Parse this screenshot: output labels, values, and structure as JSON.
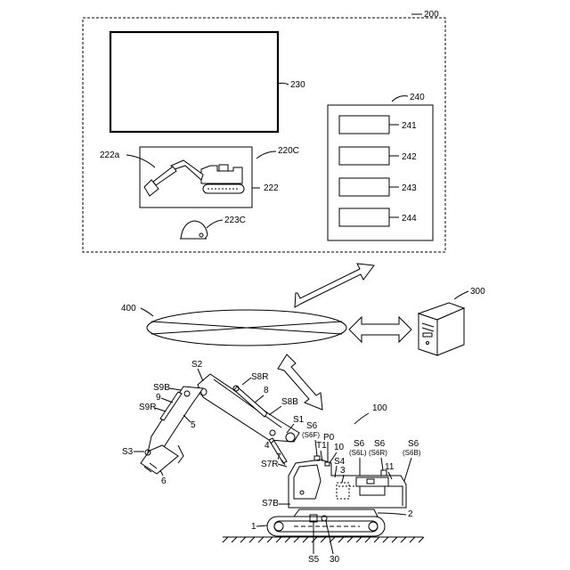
{
  "labels": {
    "ref_200": "200",
    "ref_230": "230",
    "ref_240": "240",
    "ref_241": "241",
    "ref_242": "242",
    "ref_243": "243",
    "ref_244": "244",
    "ref_220c": "220C",
    "ref_222a": "222a",
    "ref_222": "222",
    "ref_223c": "223C",
    "ref_400": "400",
    "ref_300": "300",
    "ref_100": "100",
    "ref_s2": "S2",
    "ref_s8r": "S8R",
    "ref_s9b": "S9B",
    "ref_9": "9",
    "ref_s9r": "S9R",
    "ref_5": "5",
    "ref_8": "8",
    "ref_s8b": "S8B",
    "ref_s1": "S1",
    "ref_s3": "S3",
    "ref_6": "6",
    "ref_4": "4",
    "ref_7": "7",
    "ref_s7r": "S7R",
    "ref_s7b": "S7B",
    "ref_1": "1",
    "ref_s5": "S5",
    "ref_30": "30",
    "ref_2": "2",
    "ref_s6_a": "S6",
    "ref_s6f": "(S6F)",
    "ref_p0": "P0",
    "ref_t1": "T1",
    "ref_10": "10",
    "ref_s4": "S4",
    "ref_3": "3",
    "ref_s6_b": "S6",
    "ref_s6l": "(S6L)",
    "ref_s6_c": "S6",
    "ref_s6r": "(S6R)",
    "ref_s6_d": "S6",
    "ref_s6b": "(S6B)",
    "ref_11": "11"
  }
}
